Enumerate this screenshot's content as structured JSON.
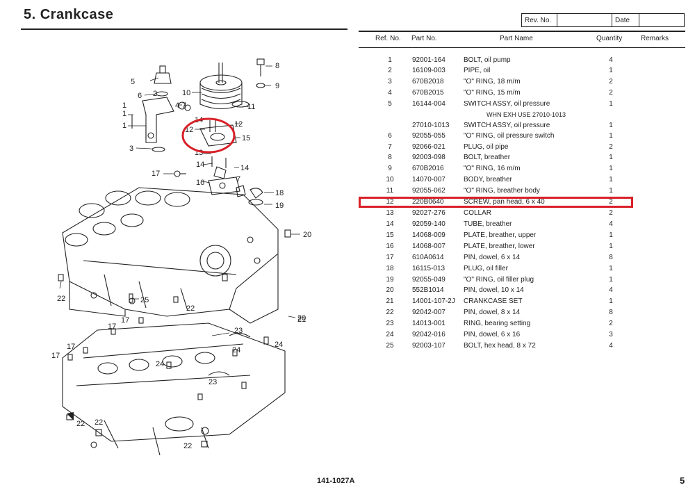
{
  "header": {
    "title": "5.  Crankcase",
    "rev_label": "Rev. No.",
    "date_label": "Date"
  },
  "table": {
    "columns": [
      "Ref. No.",
      "Part No.",
      "Part Name",
      "Quantity",
      "Remarks"
    ],
    "rows": [
      {
        "ref": "1",
        "part": "92001-164",
        "name": "BOLT, oil pump",
        "qty": "4"
      },
      {
        "ref": "2",
        "part": "16109-003",
        "name": "PIPE, oil",
        "qty": "1"
      },
      {
        "ref": "3",
        "part": "670B2018",
        "name": "\"O\" RING, 18 m/m",
        "qty": "2"
      },
      {
        "ref": "4",
        "part": "670B2015",
        "name": "\"O\" RING, 15 m/m",
        "qty": "2"
      },
      {
        "ref": "5",
        "part": "16144-004",
        "name": "SWITCH ASSY, oil pressure",
        "qty": "1"
      },
      {
        "ref": "",
        "part": "27010-1013",
        "name": "SWITCH ASSY, oil pressure",
        "qty": "1"
      },
      {
        "ref": "6",
        "part": "92055-055",
        "name": "\"O\" RING, oil pressure switch",
        "qty": "1"
      },
      {
        "ref": "7",
        "part": "92066-021",
        "name": "PLUG, oil pipe",
        "qty": "2"
      },
      {
        "ref": "8",
        "part": "92003-098",
        "name": "BOLT, breather",
        "qty": "1"
      },
      {
        "ref": "9",
        "part": "670B2016",
        "name": "\"O\" RING, 16 m/m",
        "qty": "1"
      },
      {
        "ref": "10",
        "part": "14070-007",
        "name": "BODY, breather",
        "qty": "1"
      },
      {
        "ref": "11",
        "part": "92055-062",
        "name": "\"O\" RING, breather body",
        "qty": "1"
      },
      {
        "ref": "12",
        "part": "220B0640",
        "name": "SCREW, pan head, 6 x 40",
        "qty": "2"
      },
      {
        "ref": "13",
        "part": "92027-276",
        "name": "COLLAR",
        "qty": "2"
      },
      {
        "ref": "14",
        "part": "92059-140",
        "name": "TUBE, breather",
        "qty": "4"
      },
      {
        "ref": "15",
        "part": "14068-009",
        "name": "PLATE, breather, upper",
        "qty": "1"
      },
      {
        "ref": "16",
        "part": "14068-007",
        "name": "PLATE, breather, lower",
        "qty": "1"
      },
      {
        "ref": "17",
        "part": "610A0614",
        "name": "PIN, dowel, 6 x 14",
        "qty": "8"
      },
      {
        "ref": "18",
        "part": "16115-013",
        "name": "PLUG, oil filler",
        "qty": "1"
      },
      {
        "ref": "19",
        "part": "92055-049",
        "name": "\"O\" RING, oil filler plug",
        "qty": "1"
      },
      {
        "ref": "20",
        "part": "552B1014",
        "name": "PIN, dowel, 10 x 14",
        "qty": "4"
      },
      {
        "ref": "21",
        "part": "14001-107-2J",
        "name": "CRANKCASE SET",
        "qty": "1"
      },
      {
        "ref": "22",
        "part": "92042-007",
        "name": "PIN, dowel, 8 x 14",
        "qty": "8"
      },
      {
        "ref": "23",
        "part": "14013-001",
        "name": "RING, bearing setting",
        "qty": "2"
      },
      {
        "ref": "24",
        "part": "92042-016",
        "name": "PIN, dowel, 6 x 16",
        "qty": "3"
      },
      {
        "ref": "25",
        "part": "92003-107",
        "name": "BOLT, hex head, 8 x 72",
        "qty": "4"
      }
    ],
    "note": "WHN EXH USE 27010-1013"
  },
  "diagram": {
    "callouts": [
      "1",
      "1",
      "1",
      "2",
      "3",
      "4",
      "5",
      "6",
      "7",
      "7",
      "8",
      "9",
      "10",
      "11",
      "12",
      "12",
      "13",
      "14",
      "14",
      "14",
      "15",
      "16",
      "17",
      "17",
      "17",
      "17",
      "17",
      "18",
      "19",
      "20",
      "20",
      "21",
      "22",
      "22",
      "22",
      "22",
      "22",
      "23",
      "23",
      "24",
      "24",
      "24",
      "25"
    ]
  },
  "highlight": {
    "color": "#d92027",
    "row_ref": "12"
  },
  "footer": {
    "code": "141-1027A",
    "page": "5"
  }
}
